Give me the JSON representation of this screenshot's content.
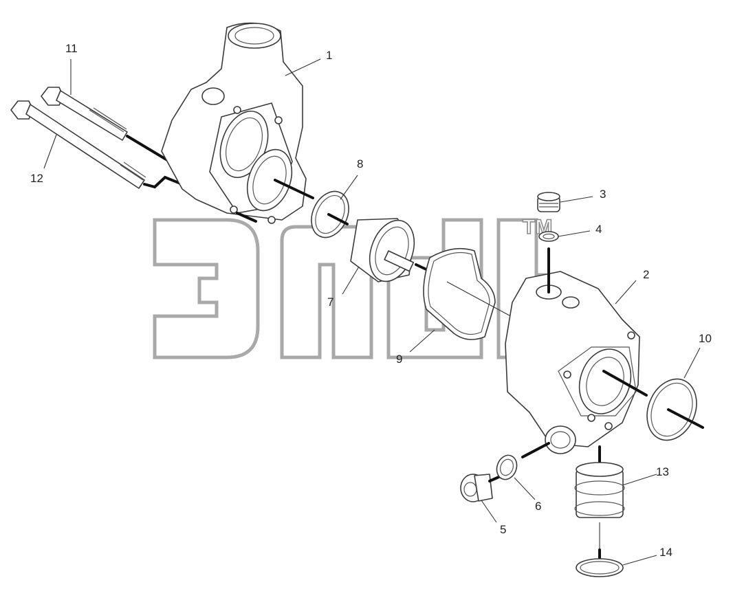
{
  "diagram": {
    "callouts": [
      "1",
      "2",
      "3",
      "4",
      "5",
      "6",
      "7",
      "8",
      "9",
      "10",
      "11",
      "12",
      "13",
      "14"
    ],
    "watermark": {
      "mark": "TM"
    },
    "colors": {
      "line": "#3a3a3a",
      "axis": "#111111",
      "watermark": "#9a9a9a",
      "background": "#ffffff"
    }
  }
}
